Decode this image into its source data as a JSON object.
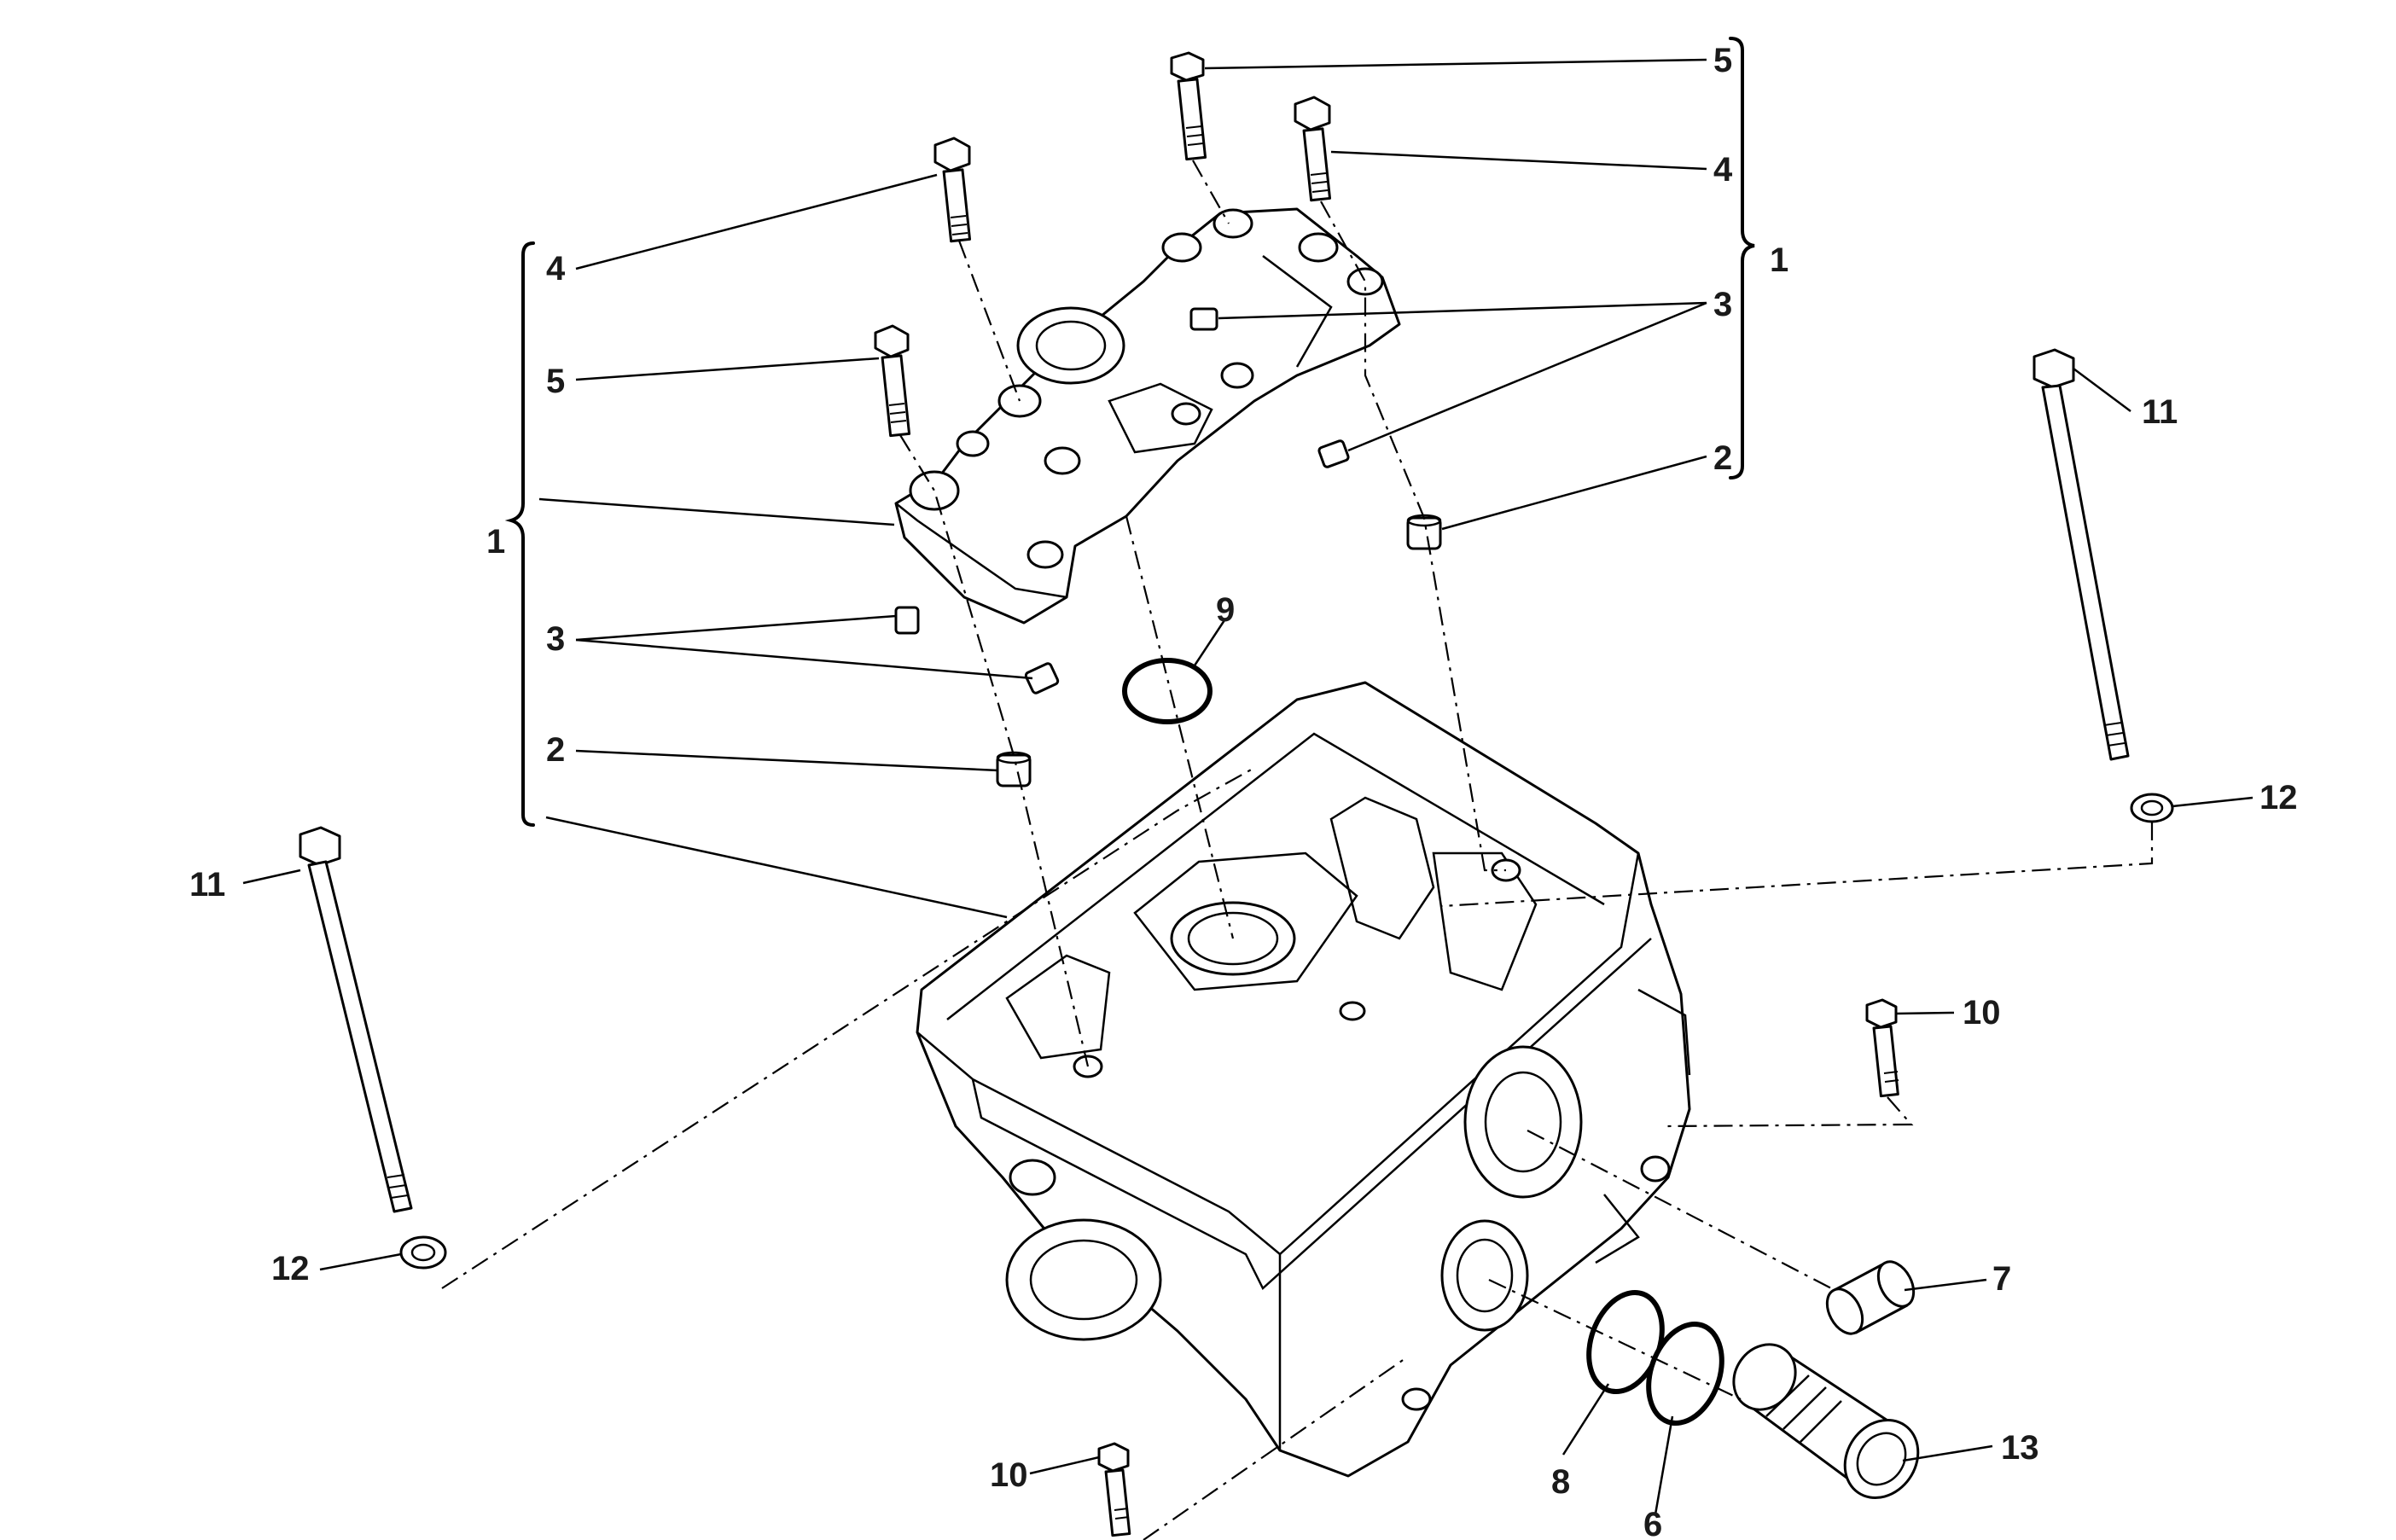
{
  "diagram": {
    "callouts": [
      {
        "id": "c5-top-right",
        "text": "5"
      },
      {
        "id": "c4-top-right",
        "text": "4"
      },
      {
        "id": "c1-right",
        "text": "1"
      },
      {
        "id": "c3-right",
        "text": "3"
      },
      {
        "id": "c2-right",
        "text": "2"
      },
      {
        "id": "c4-left",
        "text": "4"
      },
      {
        "id": "c5-left",
        "text": "5"
      },
      {
        "id": "c1-left",
        "text": "1"
      },
      {
        "id": "c3-left",
        "text": "3"
      },
      {
        "id": "c2-left",
        "text": "2"
      },
      {
        "id": "c9",
        "text": "9"
      },
      {
        "id": "c11-right",
        "text": "11"
      },
      {
        "id": "c12-right",
        "text": "12"
      },
      {
        "id": "c11-left",
        "text": "11"
      },
      {
        "id": "c12-left",
        "text": "12"
      },
      {
        "id": "c10-right",
        "text": "10"
      },
      {
        "id": "c7",
        "text": "7"
      },
      {
        "id": "c8",
        "text": "8"
      },
      {
        "id": "c6",
        "text": "6"
      },
      {
        "id": "c13",
        "text": "13"
      },
      {
        "id": "c10-bottom",
        "text": "10"
      }
    ]
  }
}
